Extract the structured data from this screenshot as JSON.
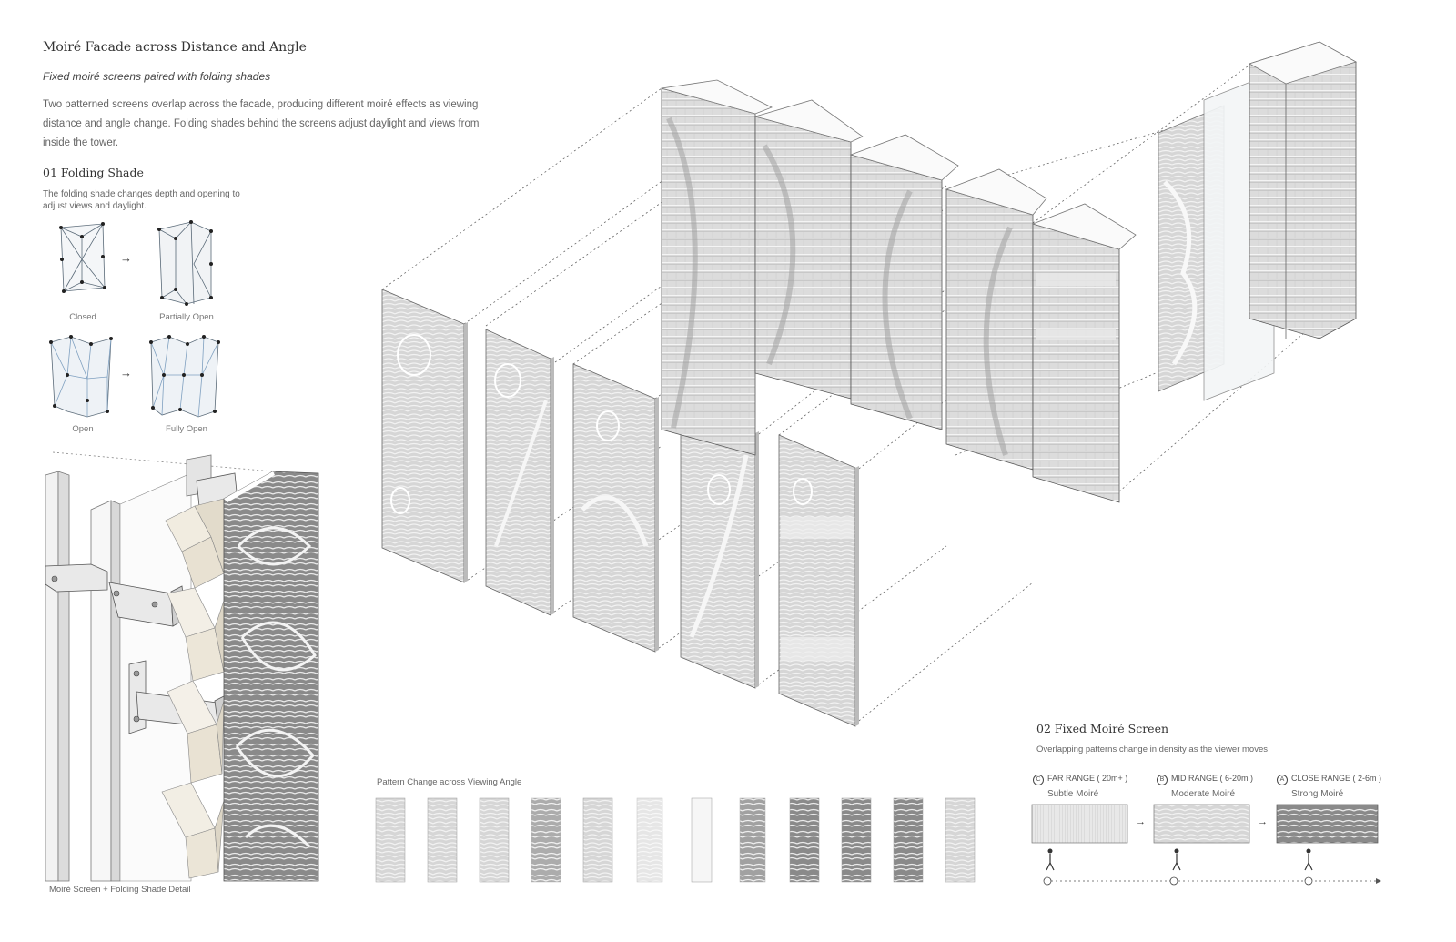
{
  "header": {
    "title": "Moiré Facade across Distance and Angle",
    "subtitle": "Fixed moiré screens paired with folding shades",
    "intro": "Two patterned screens overlap across the facade, producing different moiré effects as viewing distance and angle change. Folding shades behind the screens adjust daylight and views from inside the tower."
  },
  "folding_shade": {
    "heading": "01 Folding Shade",
    "description": "The folding shade changes depth and opening to adjust views and daylight.",
    "states": [
      "Closed",
      "Partially Open",
      "Open",
      "Fully Open"
    ],
    "arrow": "→"
  },
  "detail": {
    "caption": "Moiré Screen + Folding Shade Detail"
  },
  "viewing_angle": {
    "caption": "Pattern Change across Viewing Angle",
    "thumbnail_count": 12
  },
  "fixed_screen": {
    "heading": "02 Fixed Moiré Screen",
    "description": "Overlapping patterns change in density as the viewer moves",
    "ranges": [
      {
        "marker": "C",
        "label": "FAR RANGE ( 20m+ )",
        "effect": "Subtle Moiré"
      },
      {
        "marker": "B",
        "label": "MID RANGE ( 6-20m )",
        "effect": "Moderate Moiré"
      },
      {
        "marker": "A",
        "label": "CLOSE RANGE ( 2-6m )",
        "effect": "Strong Moiré"
      }
    ],
    "arrow": "→"
  },
  "colors": {
    "ink": "#333333",
    "muted": "#777777",
    "glass": "#c9d6dc",
    "paper": "#ffffff",
    "screen": "#e6e6e6"
  }
}
